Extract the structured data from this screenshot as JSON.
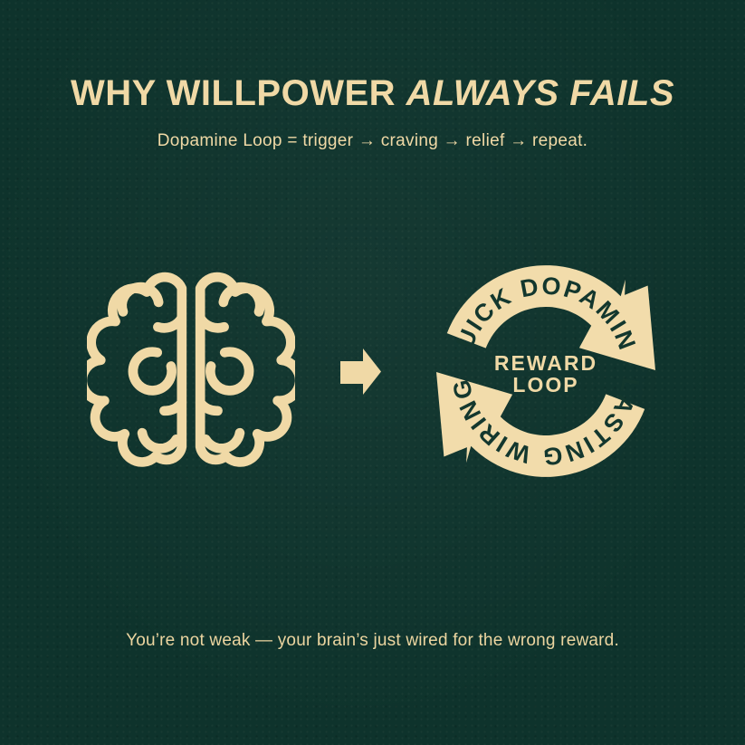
{
  "poster": {
    "title": {
      "regular": "WHY WILLPOWER ",
      "italic": "ALWAYS FAILS"
    },
    "subtitle": "Dopamine Loop = trigger → craving → relief → repeat.",
    "diagram": {
      "brain_icon": "brain-outline",
      "flow_arrow_icon": "right-arrow",
      "loop": {
        "top_label": "QUICK DOPAMINE",
        "bottom_label": "LASTING WIRING",
        "center_line1": "REWARD",
        "center_line2": "LOOP"
      }
    },
    "caption": "You’re not weak — your brain’s just wired for the wrong reward.",
    "colors": {
      "background": "#0e332c",
      "cream": "#f0d9a6",
      "loop_label_text": "#13372e"
    }
  }
}
